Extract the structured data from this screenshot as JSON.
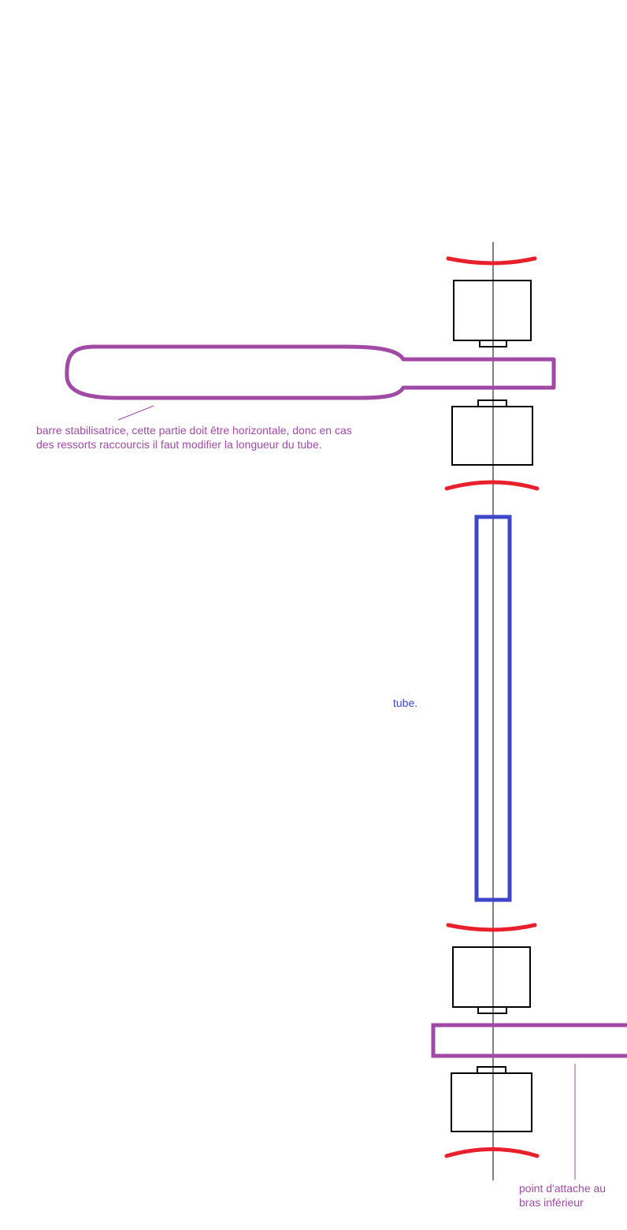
{
  "colors": {
    "stabilizer": "#a04aa6",
    "tube": "#3d46c8",
    "spring": "#e8202c",
    "outline": "#000000",
    "background": "#ffffff"
  },
  "labels": {
    "stabilizer_bar": {
      "line1": "barre stabilisatrice, cette partie doit être horizontale, donc en cas",
      "line2": "des ressorts raccourcis il faut modifier la longueur du tube."
    },
    "tube": "tube.",
    "attach_point": {
      "line1": "point d'attache au",
      "line2": "bras inférieur"
    }
  }
}
